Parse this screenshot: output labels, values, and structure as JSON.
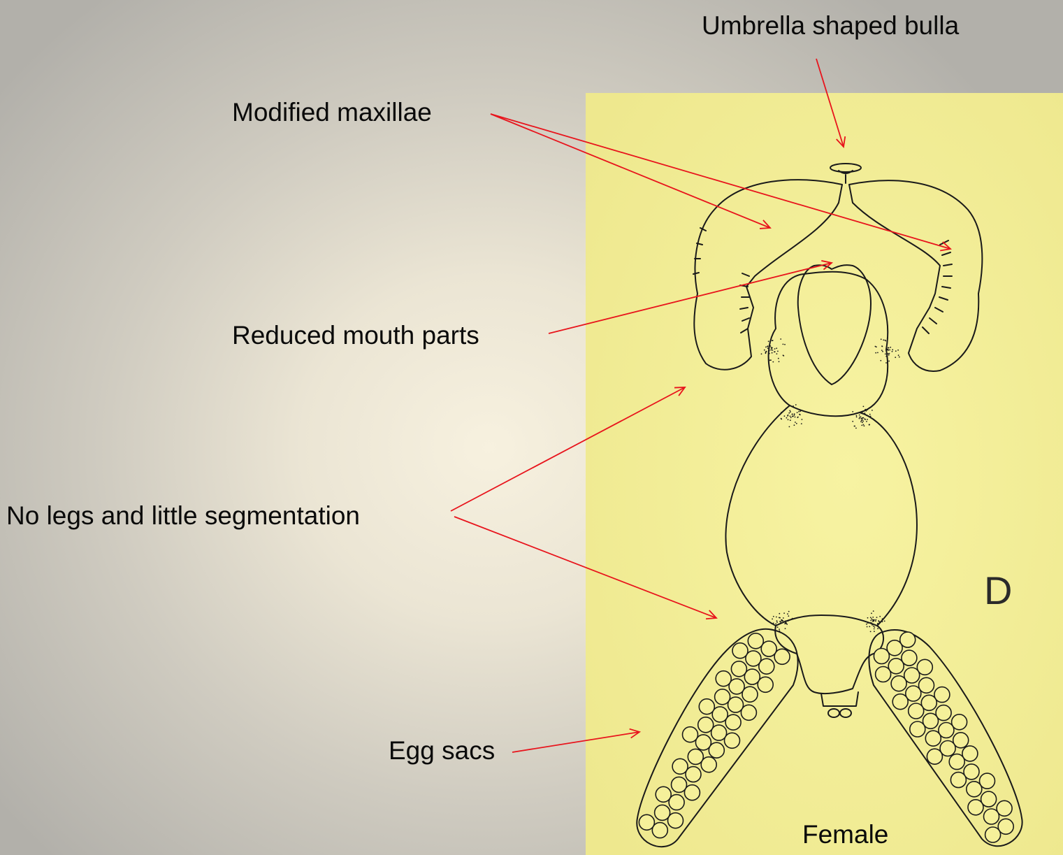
{
  "labels": {
    "bulla": "Umbrella shaped bulla",
    "maxillae": "Modified maxillae",
    "mouth_parts": "Reduced mouth parts",
    "legs": "No legs and little segmentation",
    "egg_sacs": "Egg sacs",
    "female": "Female",
    "figure_letter": "D"
  },
  "colors": {
    "arrow": "#e8141c",
    "drawing_bg": "#f5f09a",
    "ink": "#1a1a1a"
  }
}
